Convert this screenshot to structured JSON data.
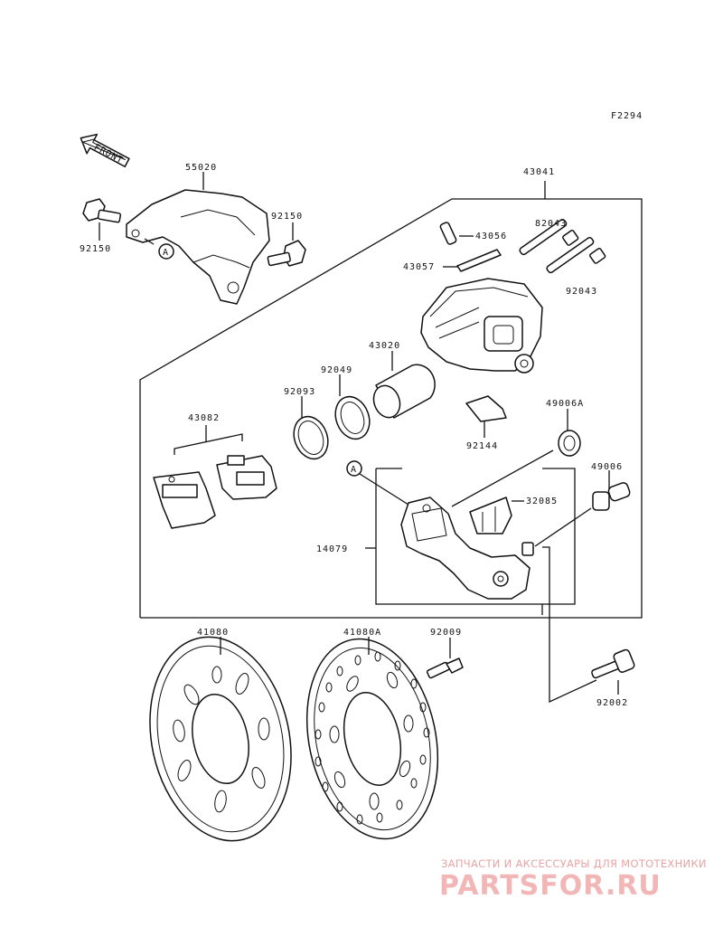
{
  "diagram_code": "F2294",
  "front_label": "FRONT",
  "ref_marker": "A",
  "parts": {
    "p55020": "55020",
    "p92150_left": "92150",
    "p92150_right": "92150",
    "p43041": "43041",
    "p43056": "43056",
    "p43057": "43057",
    "p82043": "82043",
    "p92043": "92043",
    "p43020": "43020",
    "p92049": "92049",
    "p92093": "92093",
    "p43082": "43082",
    "p92144": "92144",
    "p49006A": "49006A",
    "p49006": "49006",
    "p32085": "32085",
    "p14079": "14079",
    "p41080": "41080",
    "p41080A": "41080A",
    "p92009": "92009",
    "p92002": "92002"
  },
  "watermark": {
    "tagline": "ЗАПЧАСТИ И АКСЕССУАРЫ ДЛЯ МОТОТЕХНИКИ",
    "logo": "PARTSFOR.RU"
  },
  "colors": {
    "line": "#111111",
    "watermark": "#f2b6b6"
  }
}
